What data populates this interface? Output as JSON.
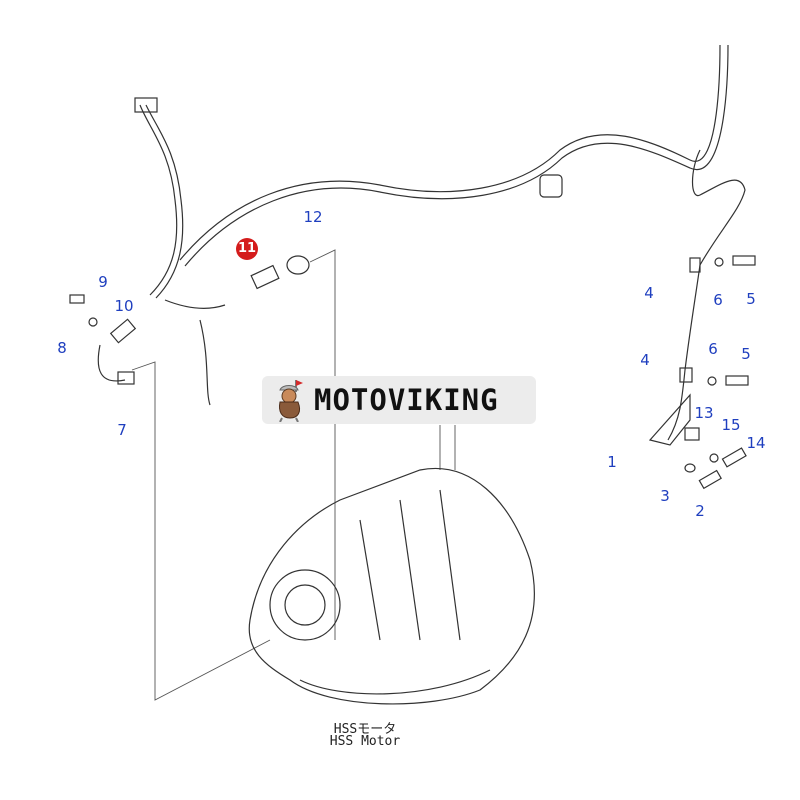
{
  "diagram": {
    "callouts": [
      {
        "id": "c9",
        "label": "9"
      },
      {
        "id": "c10",
        "label": "10"
      },
      {
        "id": "c8",
        "label": "8"
      },
      {
        "id": "c7",
        "label": "7"
      },
      {
        "id": "c11",
        "label": "11",
        "highlighted": true
      },
      {
        "id": "c12",
        "label": "12"
      },
      {
        "id": "c4a",
        "label": "4"
      },
      {
        "id": "c6a",
        "label": "6"
      },
      {
        "id": "c5a",
        "label": "5"
      },
      {
        "id": "c4b",
        "label": "4"
      },
      {
        "id": "c6b",
        "label": "6"
      },
      {
        "id": "c5b",
        "label": "5"
      },
      {
        "id": "c13",
        "label": "13"
      },
      {
        "id": "c15",
        "label": "15"
      },
      {
        "id": "c14",
        "label": "14"
      },
      {
        "id": "c1",
        "label": "1"
      },
      {
        "id": "c3",
        "label": "3"
      },
      {
        "id": "c2",
        "label": "2"
      }
    ],
    "caption_jp": "HSSモータ",
    "caption_en": "HSS Motor",
    "highlight_color": "#d41c1c",
    "callout_color": "#1f3fbf"
  },
  "watermark": {
    "text": "MOTOVIKING"
  }
}
